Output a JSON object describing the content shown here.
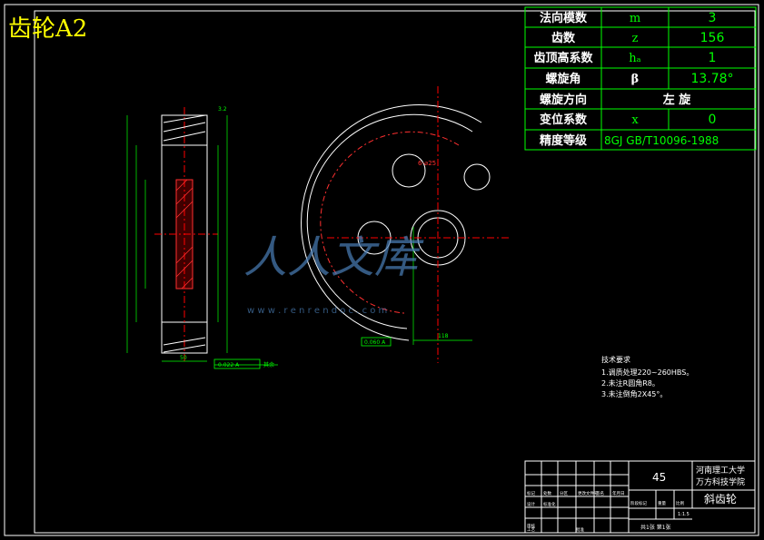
{
  "title": "齿轮A2",
  "params": {
    "rows": [
      {
        "name": "法向模数",
        "symbol": "m",
        "value": "3"
      },
      {
        "name": "齿数",
        "symbol": "z",
        "value": "156"
      },
      {
        "name": "齿顶高系数",
        "symbol": "hₐ",
        "value": "1"
      },
      {
        "name": "螺旋角",
        "symbol": "β",
        "value": "13.78°"
      },
      {
        "name": "螺旋方向",
        "symbol": "",
        "value": "左 旋"
      },
      {
        "name": "变位系数",
        "symbol": "x",
        "value": "0"
      },
      {
        "name": "精度等级",
        "symbol": "",
        "value": "8GJ GB/T10096-1988"
      }
    ]
  },
  "tech": {
    "heading": "技术要求",
    "items": [
      "1.调质处理220~260HBS。",
      "2.未注R圆角R8。",
      "3.未注倒角2X45°。"
    ]
  },
  "titleblock": {
    "material": "45",
    "school_line1": "河南理工大学",
    "school_line2": "万方科技学院",
    "part_name": "斜齿轮",
    "scale": "1:1.5",
    "sheet": "共1张 第1张",
    "small": [
      "标记",
      "处数",
      "分区",
      "更改文件号",
      "签名",
      "年月日",
      "设计",
      "标准化",
      "阶段标记",
      "重量",
      "比例",
      "审核",
      "工艺",
      "批准"
    ]
  },
  "annotations": {
    "hole_label": "6-⌀25",
    "dim_width": "50",
    "dim_keyway": "118",
    "tolerance_left": "0.022 A",
    "tolerance_center": "0.060 A",
    "right_note": "其余",
    "ra_top": "3.2",
    "watermark": "人人文库",
    "watermark_url": "w w w . r e n r e n d o c . c o m"
  }
}
